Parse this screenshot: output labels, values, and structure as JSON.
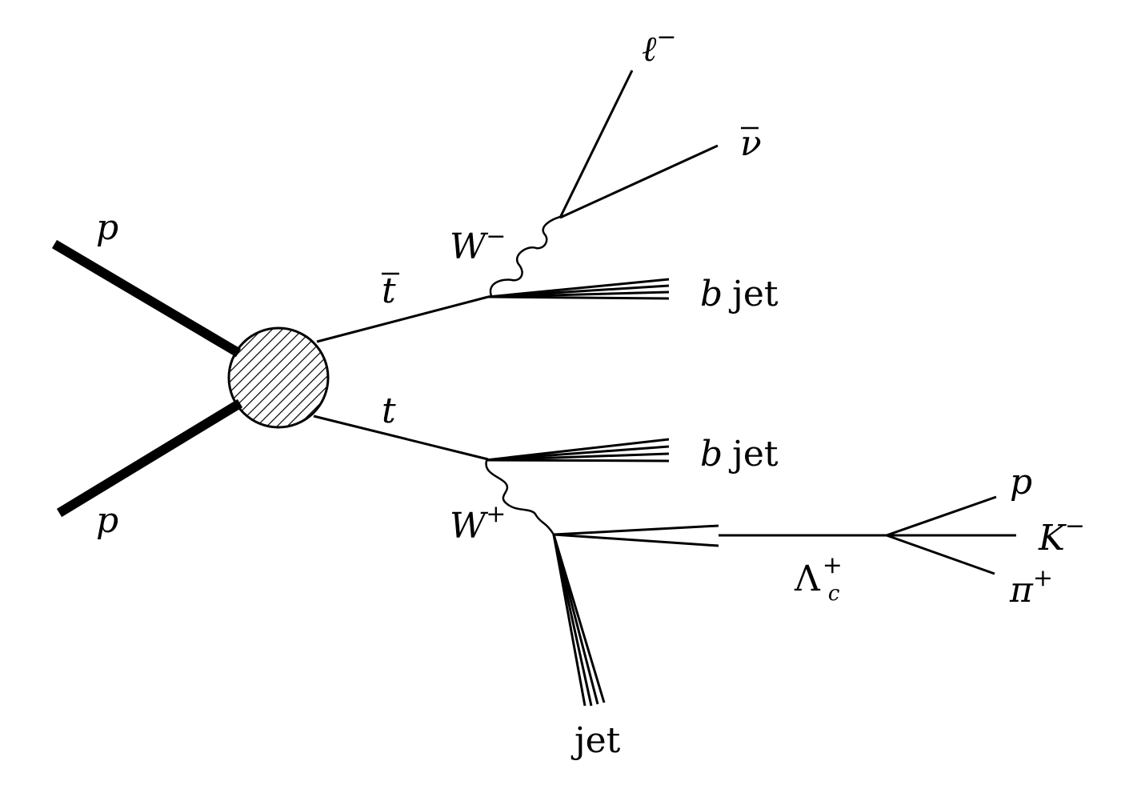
{
  "diagram": {
    "labels": {
      "p_in_top": "p",
      "p_in_bottom": "p",
      "tbar": "t",
      "t": "t",
      "W_minus": {
        "base": "W",
        "sup": "−"
      },
      "W_plus": {
        "base": "W",
        "sup": "+"
      },
      "lepton": {
        "base": "ℓ",
        "sup": "−"
      },
      "nubar": "ν",
      "b_jet_top": {
        "b": "b",
        "jet": "jet"
      },
      "b_jet_bottom": {
        "b": "b",
        "jet": "jet"
      },
      "jet": "jet",
      "lambda_c": {
        "base": "Λ",
        "sub": "c",
        "sup": "+"
      },
      "proton_out": "p",
      "kaon": {
        "base": "K",
        "sup": "−"
      },
      "pion": {
        "base": "π",
        "sup": "+"
      }
    },
    "colors": {
      "ink": "#000000",
      "background": "#ffffff"
    }
  }
}
